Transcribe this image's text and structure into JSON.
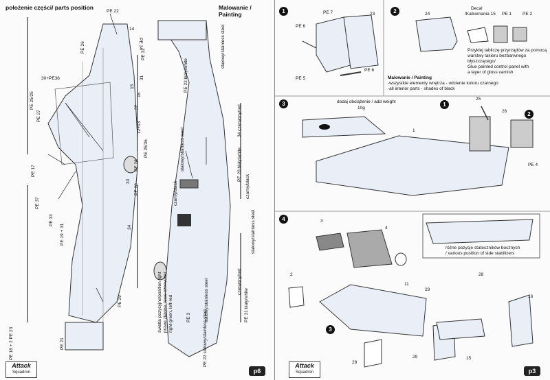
{
  "left_page": {
    "parts_header": "położenie części/ parts position",
    "painting_header": "Malowanie / Painting",
    "page_number": "p6",
    "callouts": {
      "pe22": "PE 22",
      "pe14": "14",
      "pe34": "PE 34",
      "pe26": "PE 26",
      "pe32": "PE 32",
      "pe31": "31",
      "pe30": "30+PE38",
      "pe2525": "PE 25/25",
      "pe15": "15",
      "pe16": "16",
      "pe32b": "32",
      "pe27": "PE 27",
      "pe1213": "12+13",
      "pe2536": "PE 25/36",
      "pe17": "PE 17",
      "pe28": "PE 28",
      "pe33": "33",
      "pe20": "PE 20",
      "pe37": "PE 37",
      "pe34b": "34",
      "pe33b": "PE 33",
      "pe1931": "PE 19 + 31",
      "pe29": "PE 29",
      "pe21": "PE 21",
      "pe18": "PE 18 + 2 PE 23"
    },
    "paint": {
      "stalowy1": "stalowy/stainless steel",
      "pe23": "PE 23 biały/white",
      "czerwony1": "34 czerwony/red",
      "pe20b": "PE 20 biały/white",
      "stalowy2": "stalowy/stainless steel",
      "czarny": "czarny/black",
      "czarny2": "czarny/black",
      "stalowy3": "stalowy/stainless steel",
      "czerwony2": "czerwony/red",
      "pe31": "PE 31 biały/white",
      "pe3": "PE 3",
      "pe22s": "PE 22 stalowy/stainless steel",
      "stalowy4": "stalowy/stainless steel",
      "lights": "światła pozycyjne/position light",
      "lights2": "prawe zielone, lewe czerwone/",
      "lights3": "right-green, left-red"
    }
  },
  "right_page": {
    "page_number": "p3",
    "steps": [
      "1",
      "2",
      "3",
      "4"
    ],
    "step1_labels": {
      "pe6": "PE 6",
      "pe7": "PE 7",
      "n23": "23",
      "pe6b": "PE 6",
      "pe5": "PE 5"
    },
    "step2_labels": {
      "n24": "24",
      "decal": "Decal",
      "kal": "/Kalkomania 15",
      "pe1": "PE 1",
      "pe2": "PE 2"
    },
    "step2_note": [
      "Przyklej tabliczę przyrządów za pomocą",
      "warstwy lakieru bezbarwnego błyszczącego/",
      "Glue painted control panel with",
      "a layer of gloss varnish"
    ],
    "painting_note": [
      "Malowanie / Painting",
      "-wszystkie elementy wnętrza - odcienie koloru czarnego",
      "-all interior parts - shades of black"
    ],
    "step3_labels": {
      "weight": "dodaj obciążenie / add weight",
      "weight2": "10g",
      "n25": "25",
      "n26": "26",
      "n1": "1",
      "pe4": "PE 4",
      "c1": "1",
      "c2": "2"
    },
    "step4_labels": {
      "n3": "3",
      "n4": "4",
      "n11": "11",
      "n2": "2",
      "n28": "28",
      "n29": "29",
      "n16": "16",
      "n15": "15",
      "n28b": "28",
      "n29b": "29",
      "c3": "3"
    },
    "stabilizer_note": [
      "różne pozycje stateczników bocznych",
      "/ various position of side stabilizers"
    ]
  },
  "logo": {
    "brand": "Attack",
    "sub": "Squadron"
  }
}
